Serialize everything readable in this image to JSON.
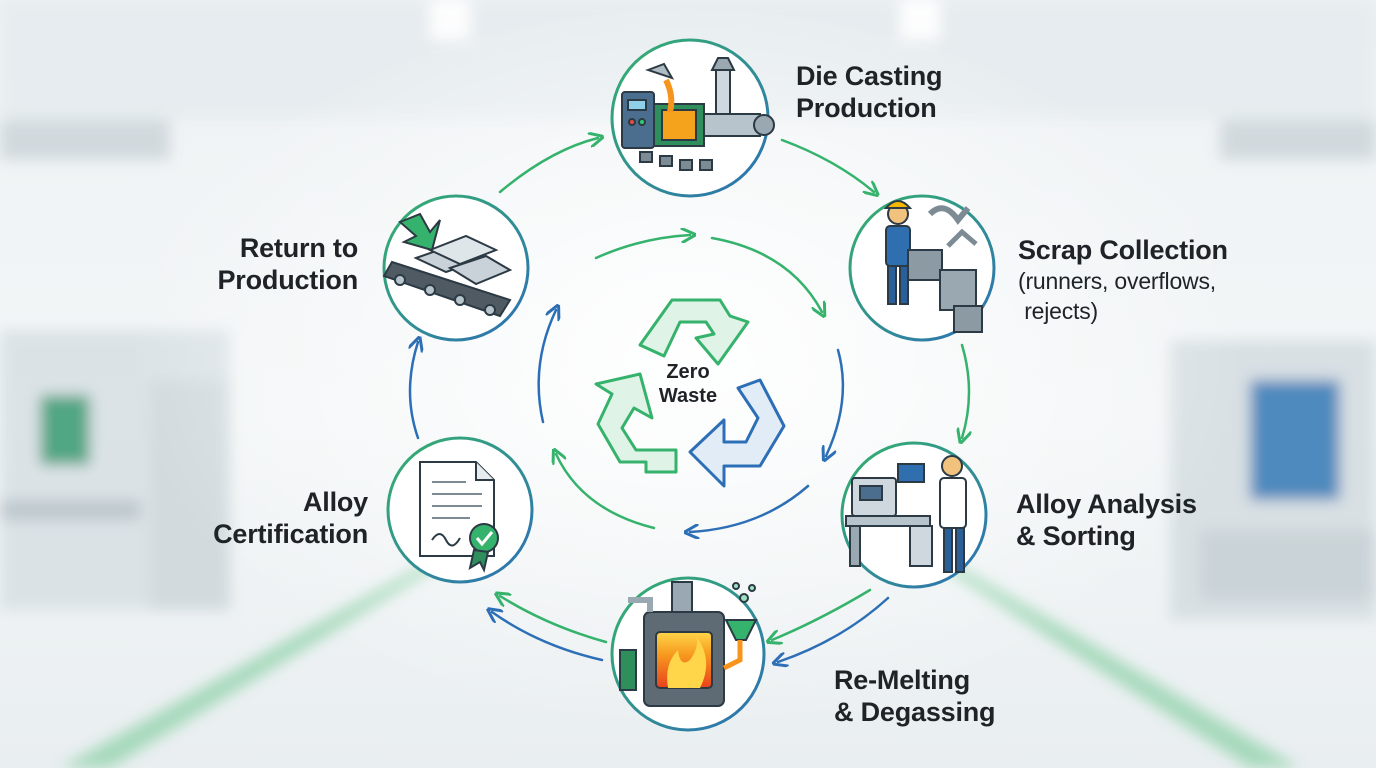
{
  "center": {
    "line1": "Zero",
    "line2": "Waste"
  },
  "stages": [
    {
      "id": "die-casting",
      "line1": "Die Casting",
      "line2": "Production",
      "icon": "die-casting-machine-icon"
    },
    {
      "id": "scrap-collection",
      "line1": "Scrap Collection",
      "sub1": "(runners, overflows,",
      "sub2": " rejects)",
      "icon": "worker-scrap-bins-icon"
    },
    {
      "id": "alloy-analysis",
      "line1": "Alloy Analysis",
      "line2": "& Sorting",
      "icon": "lab-analyzer-icon"
    },
    {
      "id": "re-melting",
      "line1": "Re-Melting",
      "line2": "& Degassing",
      "icon": "furnace-icon"
    },
    {
      "id": "alloy-certification",
      "line1": "Alloy",
      "line2": "Certification",
      "icon": "certificate-icon"
    },
    {
      "id": "return-to-production",
      "line1": "Return to",
      "line2": "Production",
      "icon": "ingot-conveyor-icon"
    }
  ],
  "colors": {
    "green": "#35b26b",
    "blue": "#2d6fb6",
    "dark": "#1f2327"
  }
}
